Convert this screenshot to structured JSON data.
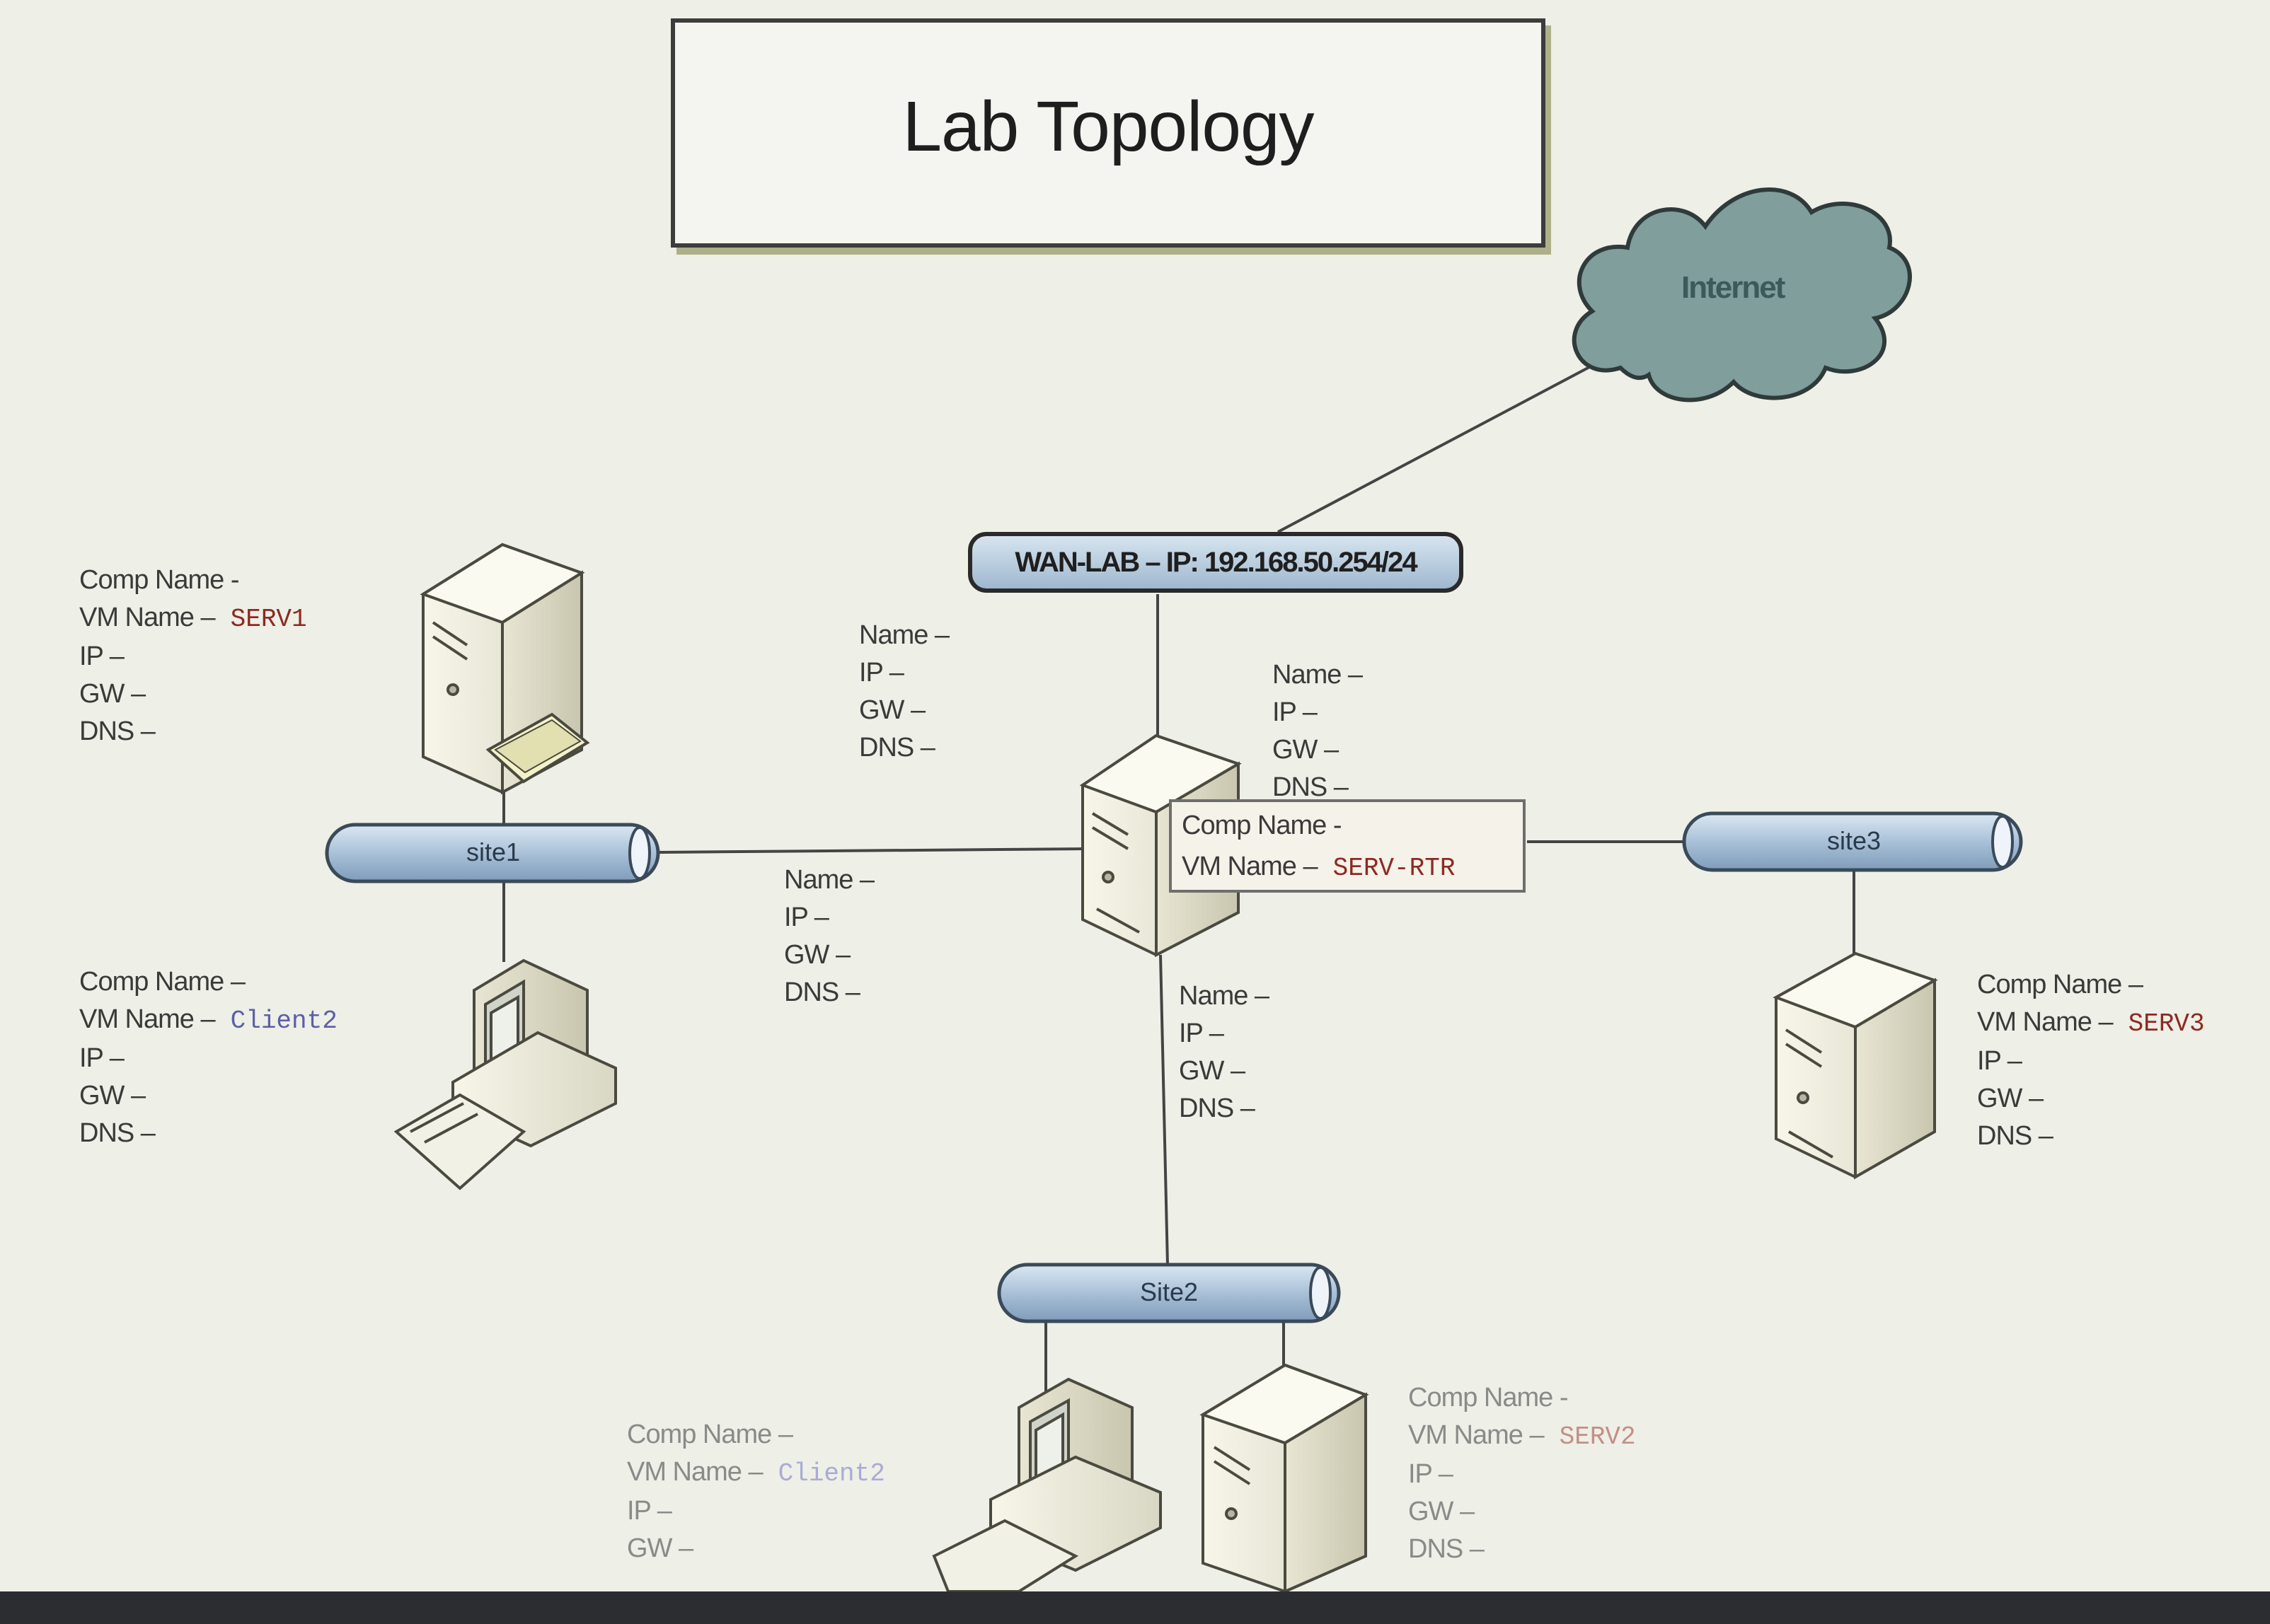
{
  "title": "Lab Topology",
  "internet_label": "Internet",
  "wan_label": "WAN-LAB  – IP: 192.168.50.254/24",
  "segments": {
    "site1": "site1",
    "site2": "Site2",
    "site3": "site3"
  },
  "field_labels": {
    "comp_name": "Comp Name -",
    "comp_name_dash": "Comp Name –",
    "vm_name": "VM Name –",
    "name": "Name –",
    "ip": "IP –",
    "gw": "GW –",
    "dns": "DNS –"
  },
  "hosts": {
    "serv1_vm": "SERV1",
    "client_site1_vm": "Client2",
    "serv3_vm": "SERV3",
    "client_site2_vm": "Client2",
    "serv2_vm": "SERV2",
    "router_vm": "SERV-RTR"
  },
  "colors": {
    "segment_fill": "#a9c1d8",
    "cloud_fill": "#7f9e9c",
    "vm_server_text": "#8c2a22",
    "vm_client_text": "#5b5fa8"
  }
}
